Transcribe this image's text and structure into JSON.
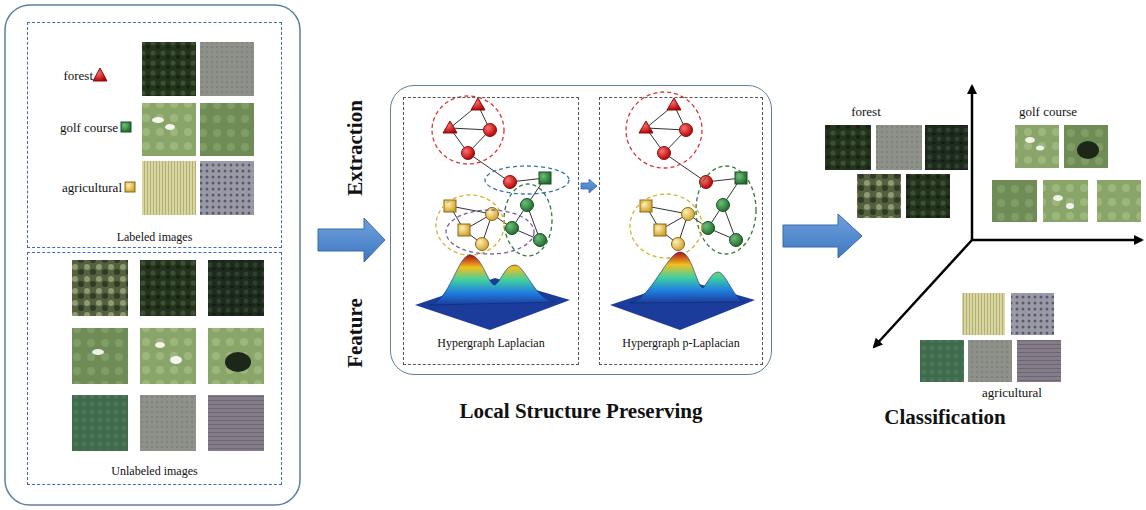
{
  "diagram": {
    "nodes": [
      {
        "text": [
          "Labeled images"
        ]
      },
      {
        "text": [
          "Unlabeled images"
        ]
      },
      {
        "text": [
          "Local Structure Preserving"
        ]
      },
      {
        "text": [
          "Hypergraph Laplacian"
        ],
        "in": 2
      },
      {
        "text": [
          "Hypergraph p-Laplacian"
        ],
        "in": 2
      }
    ],
    "edges": [
      {
        "from": 3,
        "to": 4,
        "arrow": "to"
      }
    ],
    "labels": [
      "forest",
      "golf course",
      "agricultural",
      "Extraction",
      "Feature",
      "forest",
      "golf course",
      "agricultural",
      "Classification"
    ]
  }
}
